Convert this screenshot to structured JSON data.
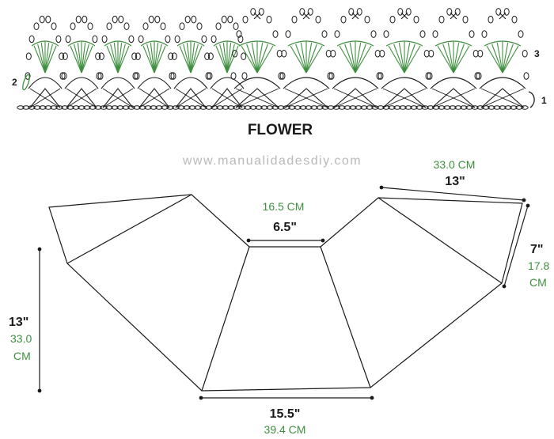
{
  "crochet_chart": {
    "title": "FLOWER",
    "row_labels": [
      "1",
      "2",
      "3"
    ],
    "small_units": 6,
    "large_units": 6,
    "colors": {
      "ink": "#1a1a1a",
      "green": "#3f8f3f"
    }
  },
  "watermark": "www.manualidadesdiy.com",
  "schematic": {
    "dim_top_center": {
      "imperial": "6.5\"",
      "metric": "16.5 CM"
    },
    "dim_top_right": {
      "imperial": "13\"",
      "metric": "33.0 CM"
    },
    "dim_right": {
      "imperial": "7\"",
      "metric_value": "17.8",
      "metric_unit": "CM"
    },
    "dim_left": {
      "imperial": "13\"",
      "metric_value": "33.0",
      "metric_unit": "CM"
    },
    "dim_bottom": {
      "imperial": "15.5\"",
      "metric": "39.4 CM"
    }
  }
}
